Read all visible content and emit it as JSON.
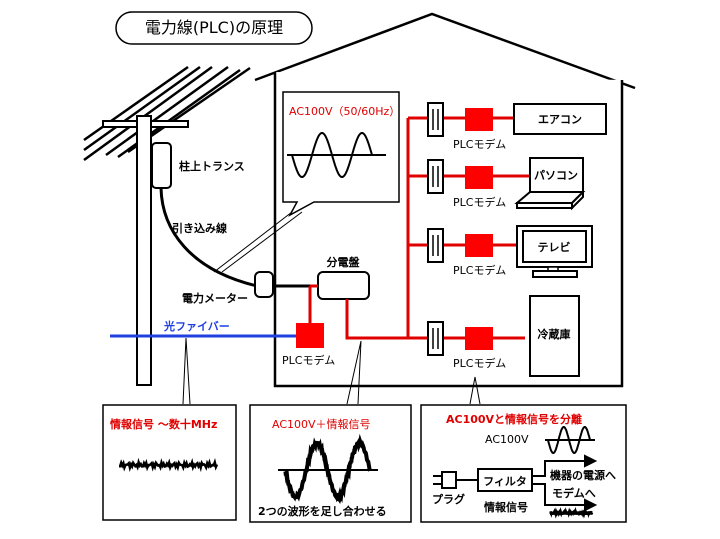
{
  "title": "電力線(PLC)の原理",
  "colors": {
    "power_line": "#e00000",
    "modem": "#ff0000",
    "fiber": "#1f3fe0",
    "outline": "#000000",
    "background": "#ffffff"
  },
  "pole": {
    "transformer_label": "柱上トランス",
    "service_wire_label": "引き込み線",
    "meter_label": "電力メーター",
    "fiber_label": "光ファイバー"
  },
  "house": {
    "breaker_panel_label": "分電盤",
    "entry_modem_label": "PLCモデム",
    "ac_callout": {
      "label": "AC100V（50/60Hz）"
    },
    "appliances": [
      {
        "name": "エアコン",
        "modem_label": "PLCモデム",
        "type": "aircon"
      },
      {
        "name": "パソコン",
        "modem_label": "PLCモデム",
        "type": "laptop"
      },
      {
        "name": "テレビ",
        "modem_label": "PLCモデム",
        "type": "tv"
      },
      {
        "name": "冷蔵庫",
        "modem_label": "PLCモデム",
        "type": "fridge"
      }
    ]
  },
  "callouts": {
    "signal": {
      "title": "情報信号 ～数十MHz"
    },
    "combined": {
      "title": "AC100V＋情報信号",
      "caption": "2つの波形を足し合わせる"
    },
    "separate": {
      "title": "AC100Vと情報信号を分離",
      "ac_label": "AC100V",
      "filter_label": "フィルタ",
      "plug_label": "プラグ",
      "signal_label": "情報信号",
      "to_power_label": "機器の電源へ",
      "to_modem_label": "モデムへ"
    }
  }
}
